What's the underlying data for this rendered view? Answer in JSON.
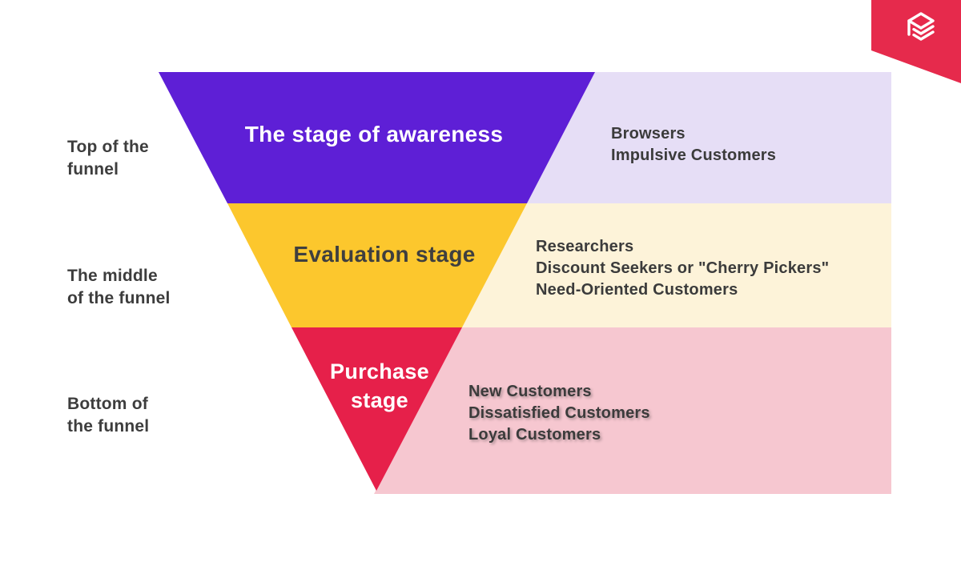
{
  "diagram_title": "Marketing funnel stages with customer types",
  "colors": {
    "background": "#ffffff",
    "stage_awareness": "#5e1fd6",
    "stage_evaluation": "#fcc72d",
    "stage_purchase": "#e6204a",
    "panel_awareness": "#e6def6",
    "panel_evaluation": "#fdf3d9",
    "panel_purchase": "#f6c7d0",
    "ribbon": "#e62a4c",
    "text_dark": "#3d3d3d",
    "text_light": "#ffffff"
  },
  "brand": {
    "logo_icon": "stacked-layers-icon"
  },
  "funnel": {
    "stages": [
      {
        "side_label_lines": [
          "Top of the",
          "funnel"
        ],
        "stage_label": "The stage of awareness",
        "customer_types": [
          "Browsers",
          "Impulsive Customers"
        ]
      },
      {
        "side_label_lines": [
          "The middle",
          "of the funnel"
        ],
        "stage_label": "Evaluation stage",
        "customer_types": [
          "Researchers",
          "Discount Seekers or \"Cherry Pickers\"",
          "Need-Oriented Customers"
        ]
      },
      {
        "side_label_lines": [
          "Bottom of",
          "the funnel"
        ],
        "stage_label": "Purchase stage",
        "stage_label_lines": [
          "Purchase",
          "stage"
        ],
        "customer_types": [
          "New Customers",
          "Dissatisfied Customers",
          "Loyal Customers"
        ]
      }
    ]
  }
}
